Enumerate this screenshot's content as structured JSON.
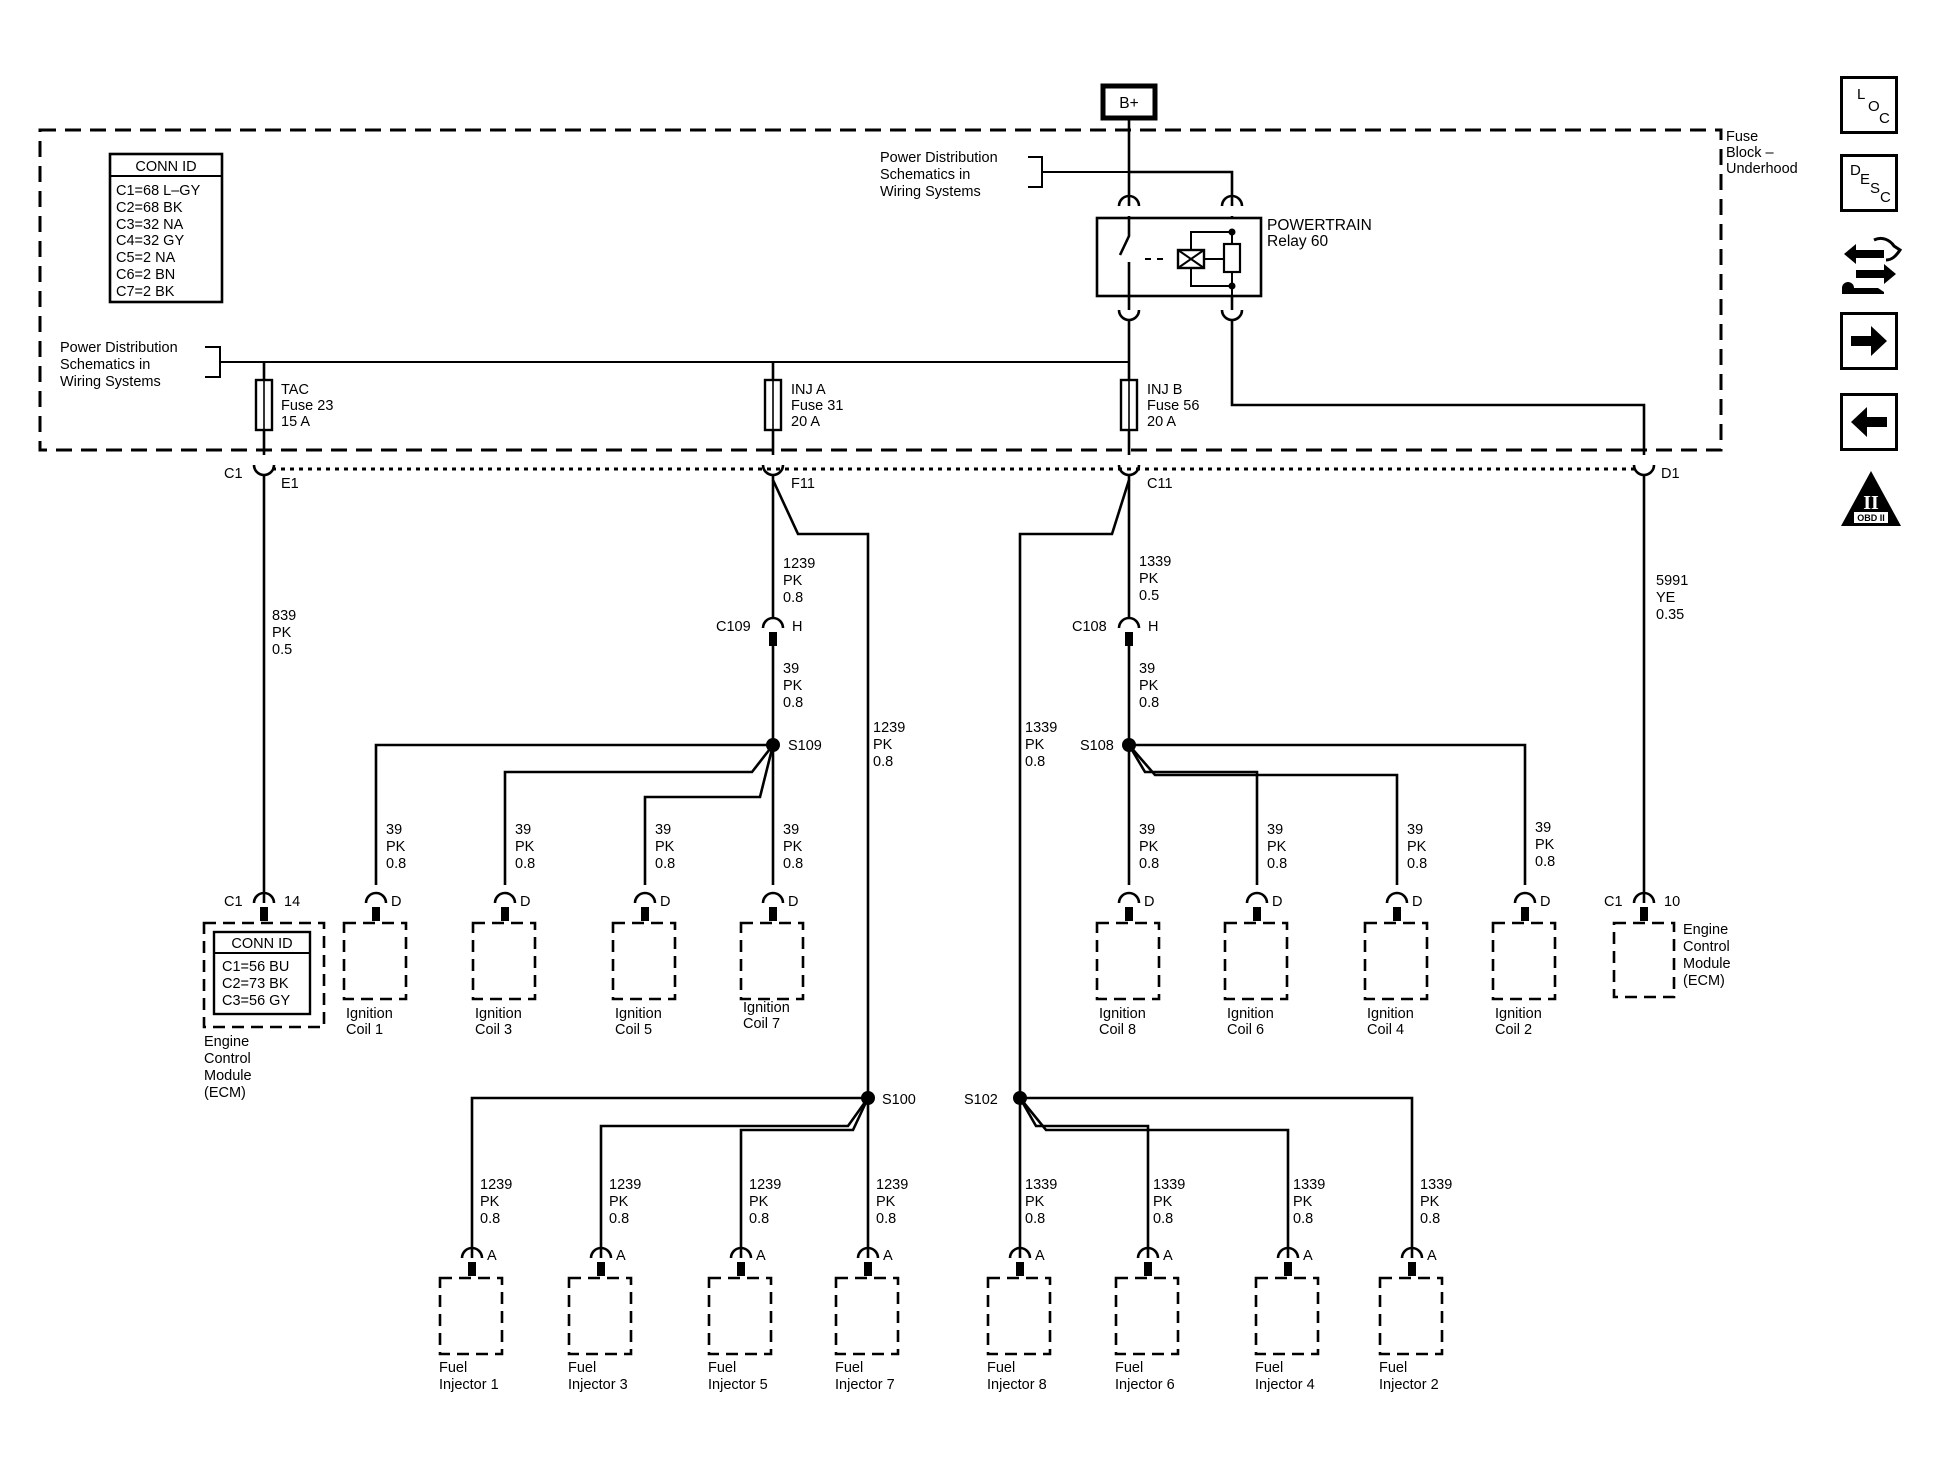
{
  "battery": "B+",
  "fuse_block": {
    "label": [
      "Fuse",
      "Block –",
      "Underhood"
    ]
  },
  "relay": {
    "name": "POWERTRAIN",
    "number": "Relay 60"
  },
  "power_distribution_note": [
    "Power Distribution",
    "Schematics in",
    "Wiring Systems"
  ],
  "conn_id_fuse_block": {
    "header": "CONN ID",
    "rows": [
      "C1=68 L–GY",
      "C2=68 BK",
      "C3=32 NA",
      "C4=32 GY",
      "C5=2 NA",
      "C6=2 BN",
      "C7=2 BK"
    ]
  },
  "conn_id_ecm": {
    "header": "CONN ID",
    "rows": [
      "C1=56 BU",
      "C2=73 BK",
      "C3=56 GY"
    ]
  },
  "fuses": [
    {
      "name": "TAC",
      "fuse": "Fuse 23",
      "rating": "15 A"
    },
    {
      "name": "INJ A",
      "fuse": "Fuse 31",
      "rating": "20 A"
    },
    {
      "name": "INJ B",
      "fuse": "Fuse 56",
      "rating": "20 A"
    }
  ],
  "connectors": {
    "c1": "C1",
    "e1": "E1",
    "f11": "F11",
    "c11": "C11",
    "d1": "D1",
    "c109": "C109",
    "c108": "C108",
    "h": "H",
    "ecm_pin_14": "14",
    "ecm_pin_10": "10",
    "pin_d": "D",
    "pin_a": "A"
  },
  "splices": {
    "s109": "S109",
    "s108": "S108",
    "s100": "S100",
    "s102": "S102"
  },
  "wires": {
    "w839": [
      "839",
      "PK",
      "0.5"
    ],
    "w1239_08": [
      "1239",
      "PK",
      "0.8"
    ],
    "w1339_05": [
      "1339",
      "PK",
      "0.5"
    ],
    "w1339_08": [
      "1339",
      "PK",
      "0.8"
    ],
    "w39": [
      "39",
      "PK",
      "0.8"
    ],
    "w5991": [
      "5991",
      "YE",
      "0.35"
    ]
  },
  "ecm_label": [
    "Engine",
    "Control",
    "Module",
    "(ECM)"
  ],
  "ignition_coils": [
    [
      "Ignition",
      "Coil 1"
    ],
    [
      "Ignition",
      "Coil 3"
    ],
    [
      "Ignition",
      "Coil 5"
    ],
    [
      "Ignition",
      "Coil 7"
    ],
    [
      "Ignition",
      "Coil 8"
    ],
    [
      "Ignition",
      "Coil 6"
    ],
    [
      "Ignition",
      "Coil 4"
    ],
    [
      "Ignition",
      "Coil 2"
    ]
  ],
  "fuel_injectors": [
    [
      "Fuel",
      "Injector 1"
    ],
    [
      "Fuel",
      "Injector 3"
    ],
    [
      "Fuel",
      "Injector 5"
    ],
    [
      "Fuel",
      "Injector 7"
    ],
    [
      "Fuel",
      "Injector 8"
    ],
    [
      "Fuel",
      "Injector 6"
    ],
    [
      "Fuel",
      "Injector 4"
    ],
    [
      "Fuel",
      "Injector 2"
    ]
  ],
  "nav_icons": {
    "loc": [
      "L",
      "O",
      "C"
    ],
    "desc": [
      "D",
      "E",
      "S",
      "C"
    ],
    "obd": [
      "II",
      "OBD II"
    ]
  }
}
